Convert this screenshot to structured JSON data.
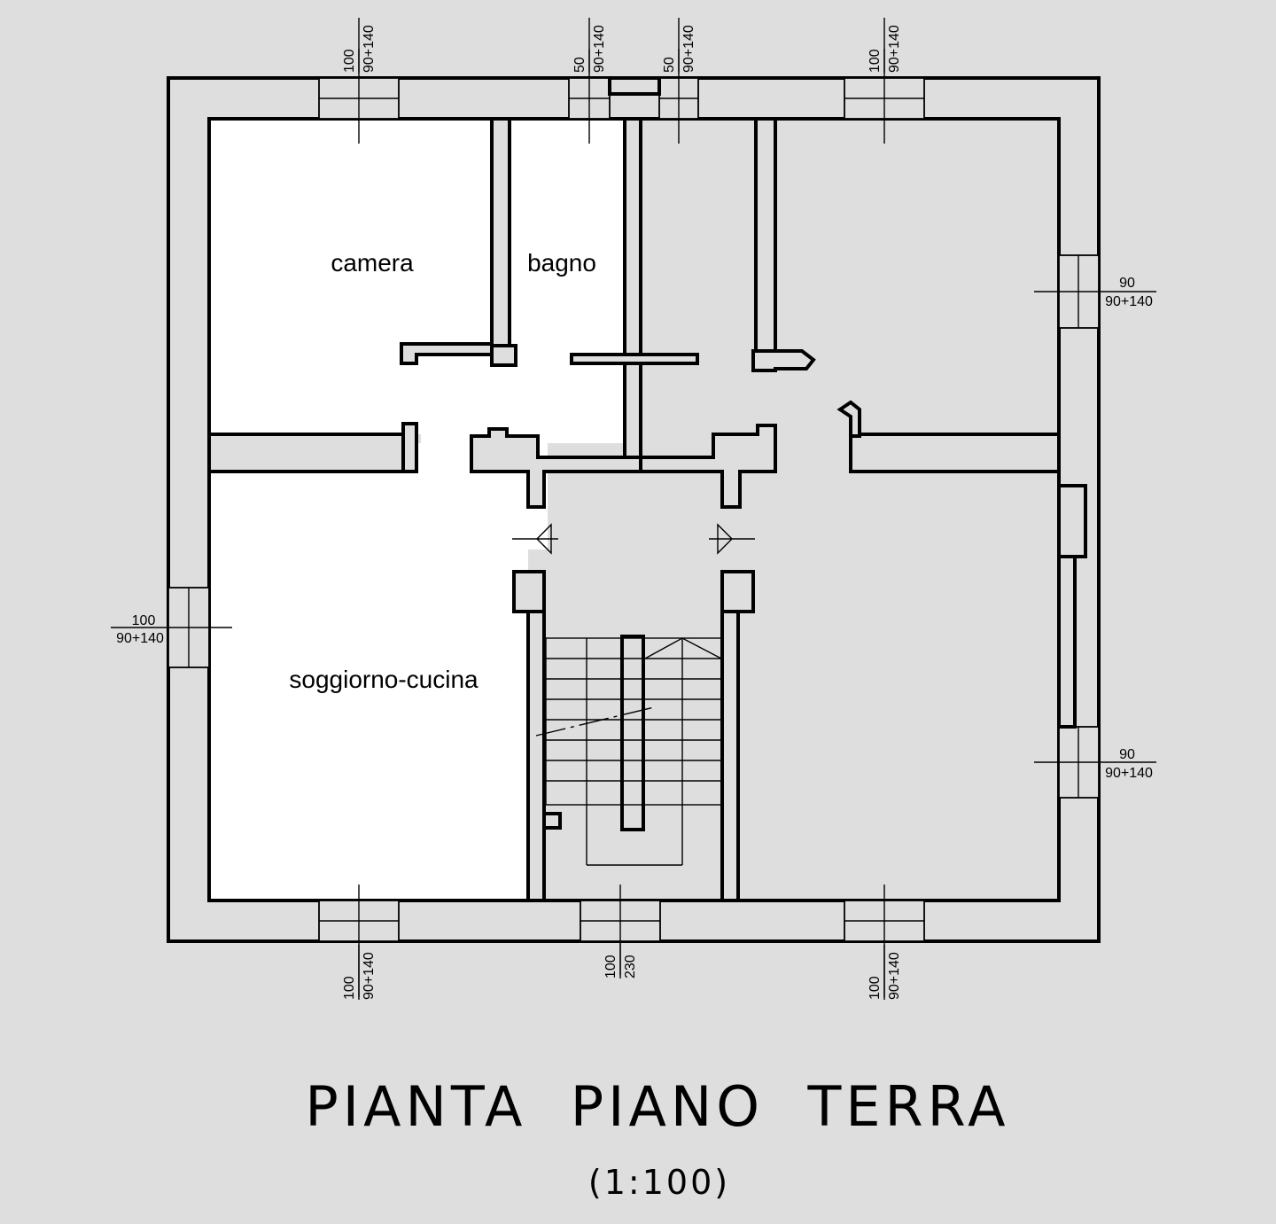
{
  "rooms": {
    "camera": "camera",
    "bagno": "bagno",
    "soggiorno": "soggiorno-cucina"
  },
  "windows": {
    "top_camera": {
      "top": "100",
      "bottom": "90+140"
    },
    "top_bagno": {
      "top": "50",
      "bottom": "90+140"
    },
    "top_stair": {
      "top": "50",
      "bottom": "90+140"
    },
    "top_right": {
      "top": "100",
      "bottom": "90+140"
    },
    "right_upper": {
      "top": "90",
      "bottom": "90+140"
    },
    "right_lower": {
      "top": "90",
      "bottom": "90+140"
    },
    "left": {
      "top": "100",
      "bottom": "90+140"
    },
    "bottom_left": {
      "top": "100",
      "bottom": "90+140"
    },
    "bottom_door": {
      "top": "100",
      "bottom": "230"
    },
    "bottom_right": {
      "top": "100",
      "bottom": "90+140"
    }
  },
  "title": "PIANTA  PIANO  TERRA",
  "scale": "(1:100)"
}
